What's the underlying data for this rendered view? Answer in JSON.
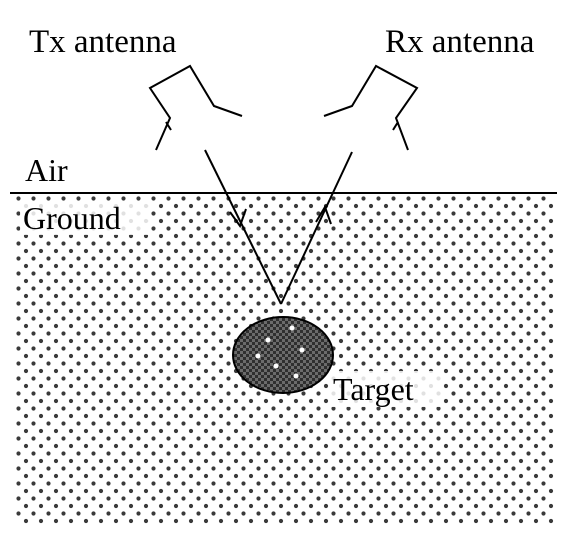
{
  "labels": {
    "tx_antenna": "Tx antenna",
    "rx_antenna": "Rx antenna",
    "air": "Air",
    "ground": "Ground",
    "target": "Target"
  },
  "colors": {
    "stroke": "#000000",
    "ground_dots": "#3a3a3a",
    "target_fill": "#6b6b6b",
    "target_speckle": "#2f2f2f",
    "background": "#ffffff"
  }
}
